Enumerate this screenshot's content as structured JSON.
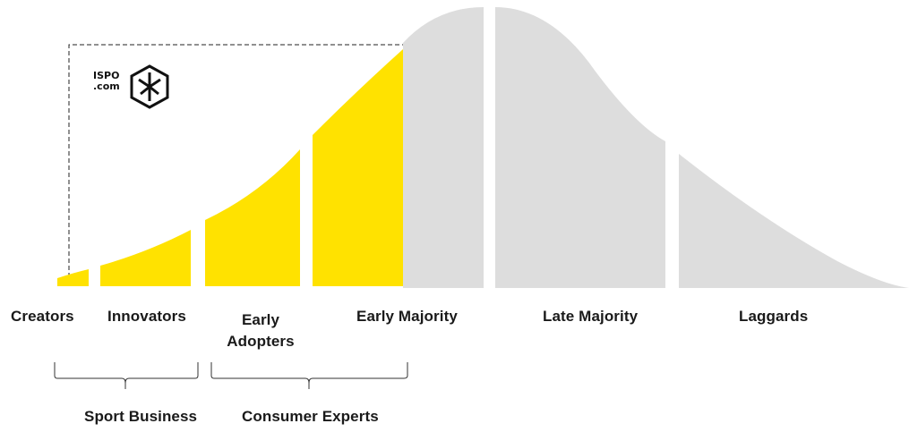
{
  "logo": {
    "line1": "ISPO",
    "line2": ".com",
    "icon": "ispo-hexagon-logo-icon"
  },
  "segments": [
    {
      "key": "creators",
      "label": "Creators",
      "highlighted": true
    },
    {
      "key": "innovators",
      "label": "Innovators",
      "highlighted": true
    },
    {
      "key": "early-adopters",
      "label_line1": "Early",
      "label_line2": "Adopters",
      "highlighted": true
    },
    {
      "key": "early-majority",
      "label": "Early Majority",
      "highlighted": true
    },
    {
      "key": "late-majority",
      "label": "Late Majority",
      "highlighted": false
    },
    {
      "key": "laggards",
      "label": "Laggards",
      "highlighted": false
    }
  ],
  "groups": [
    {
      "label": "Sport Business"
    },
    {
      "label": "Consumer Experts"
    }
  ],
  "colors": {
    "highlight": "#FFE200",
    "muted": "#DDDDDD",
    "text": "#1A1A1A",
    "bracket": "#333333",
    "dashed": "#222222"
  }
}
